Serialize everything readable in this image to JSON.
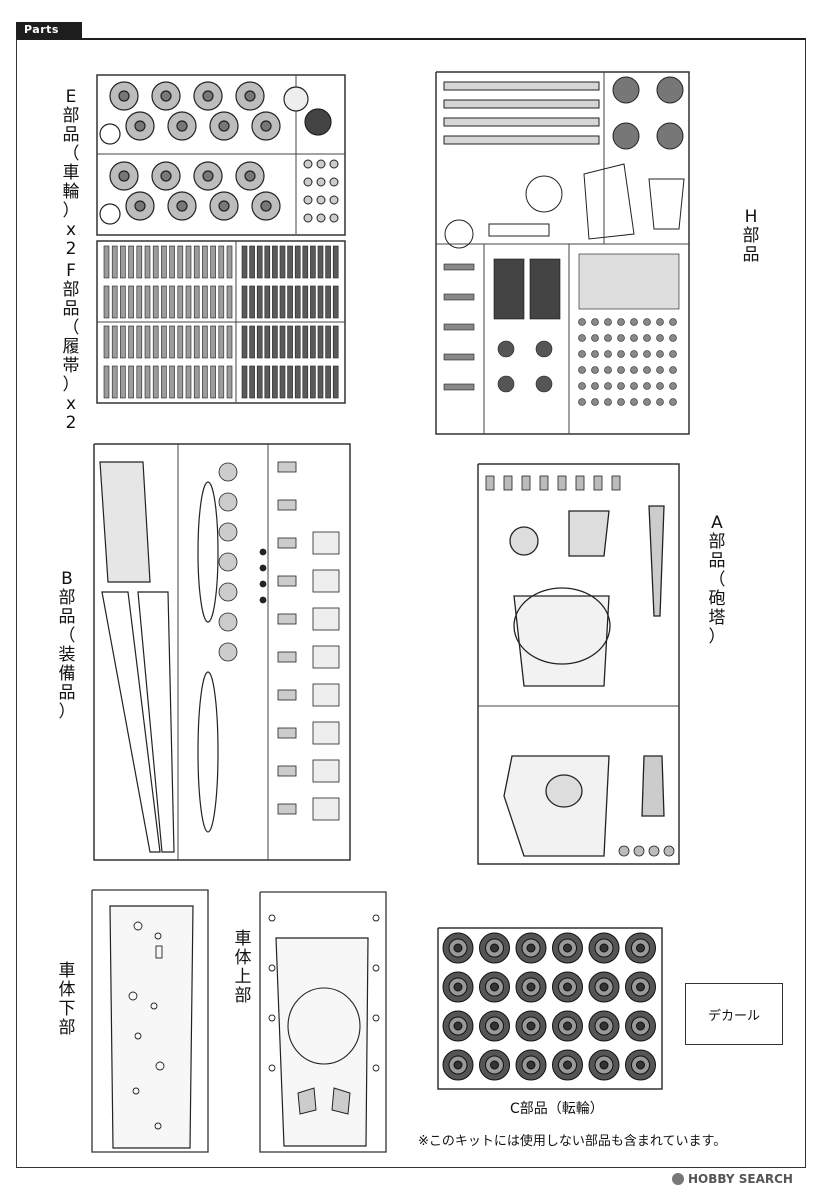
{
  "header": {
    "tab_label": "Parts"
  },
  "sprues": {
    "E": {
      "label_chars": [
        "E",
        "部",
        "品",
        "（",
        "車",
        "輪",
        "）",
        "x",
        "2"
      ]
    },
    "F": {
      "label_chars": [
        "F",
        "部",
        "品",
        "（",
        "履",
        "帯",
        "）",
        "x",
        "2"
      ]
    },
    "H": {
      "label_chars": [
        "H",
        "部",
        "品"
      ]
    },
    "B": {
      "label_chars": [
        "B",
        "部",
        "品",
        "（",
        "装",
        "備",
        "品",
        "）"
      ]
    },
    "A": {
      "label_chars": [
        "A",
        "部",
        "品",
        "（",
        "砲",
        "塔",
        "）"
      ]
    },
    "C": {
      "label": "C部品（転輪）"
    },
    "hull_lower": {
      "label_chars": [
        "車",
        "体",
        "下",
        "部"
      ]
    },
    "hull_upper": {
      "label_chars": [
        "車",
        "体",
        "上",
        "部"
      ]
    }
  },
  "decal": {
    "label": "デカール"
  },
  "footnote": "※このキットには使用しない部品も含まれています。",
  "watermark": {
    "text": "HOBBY SEARCH"
  }
}
